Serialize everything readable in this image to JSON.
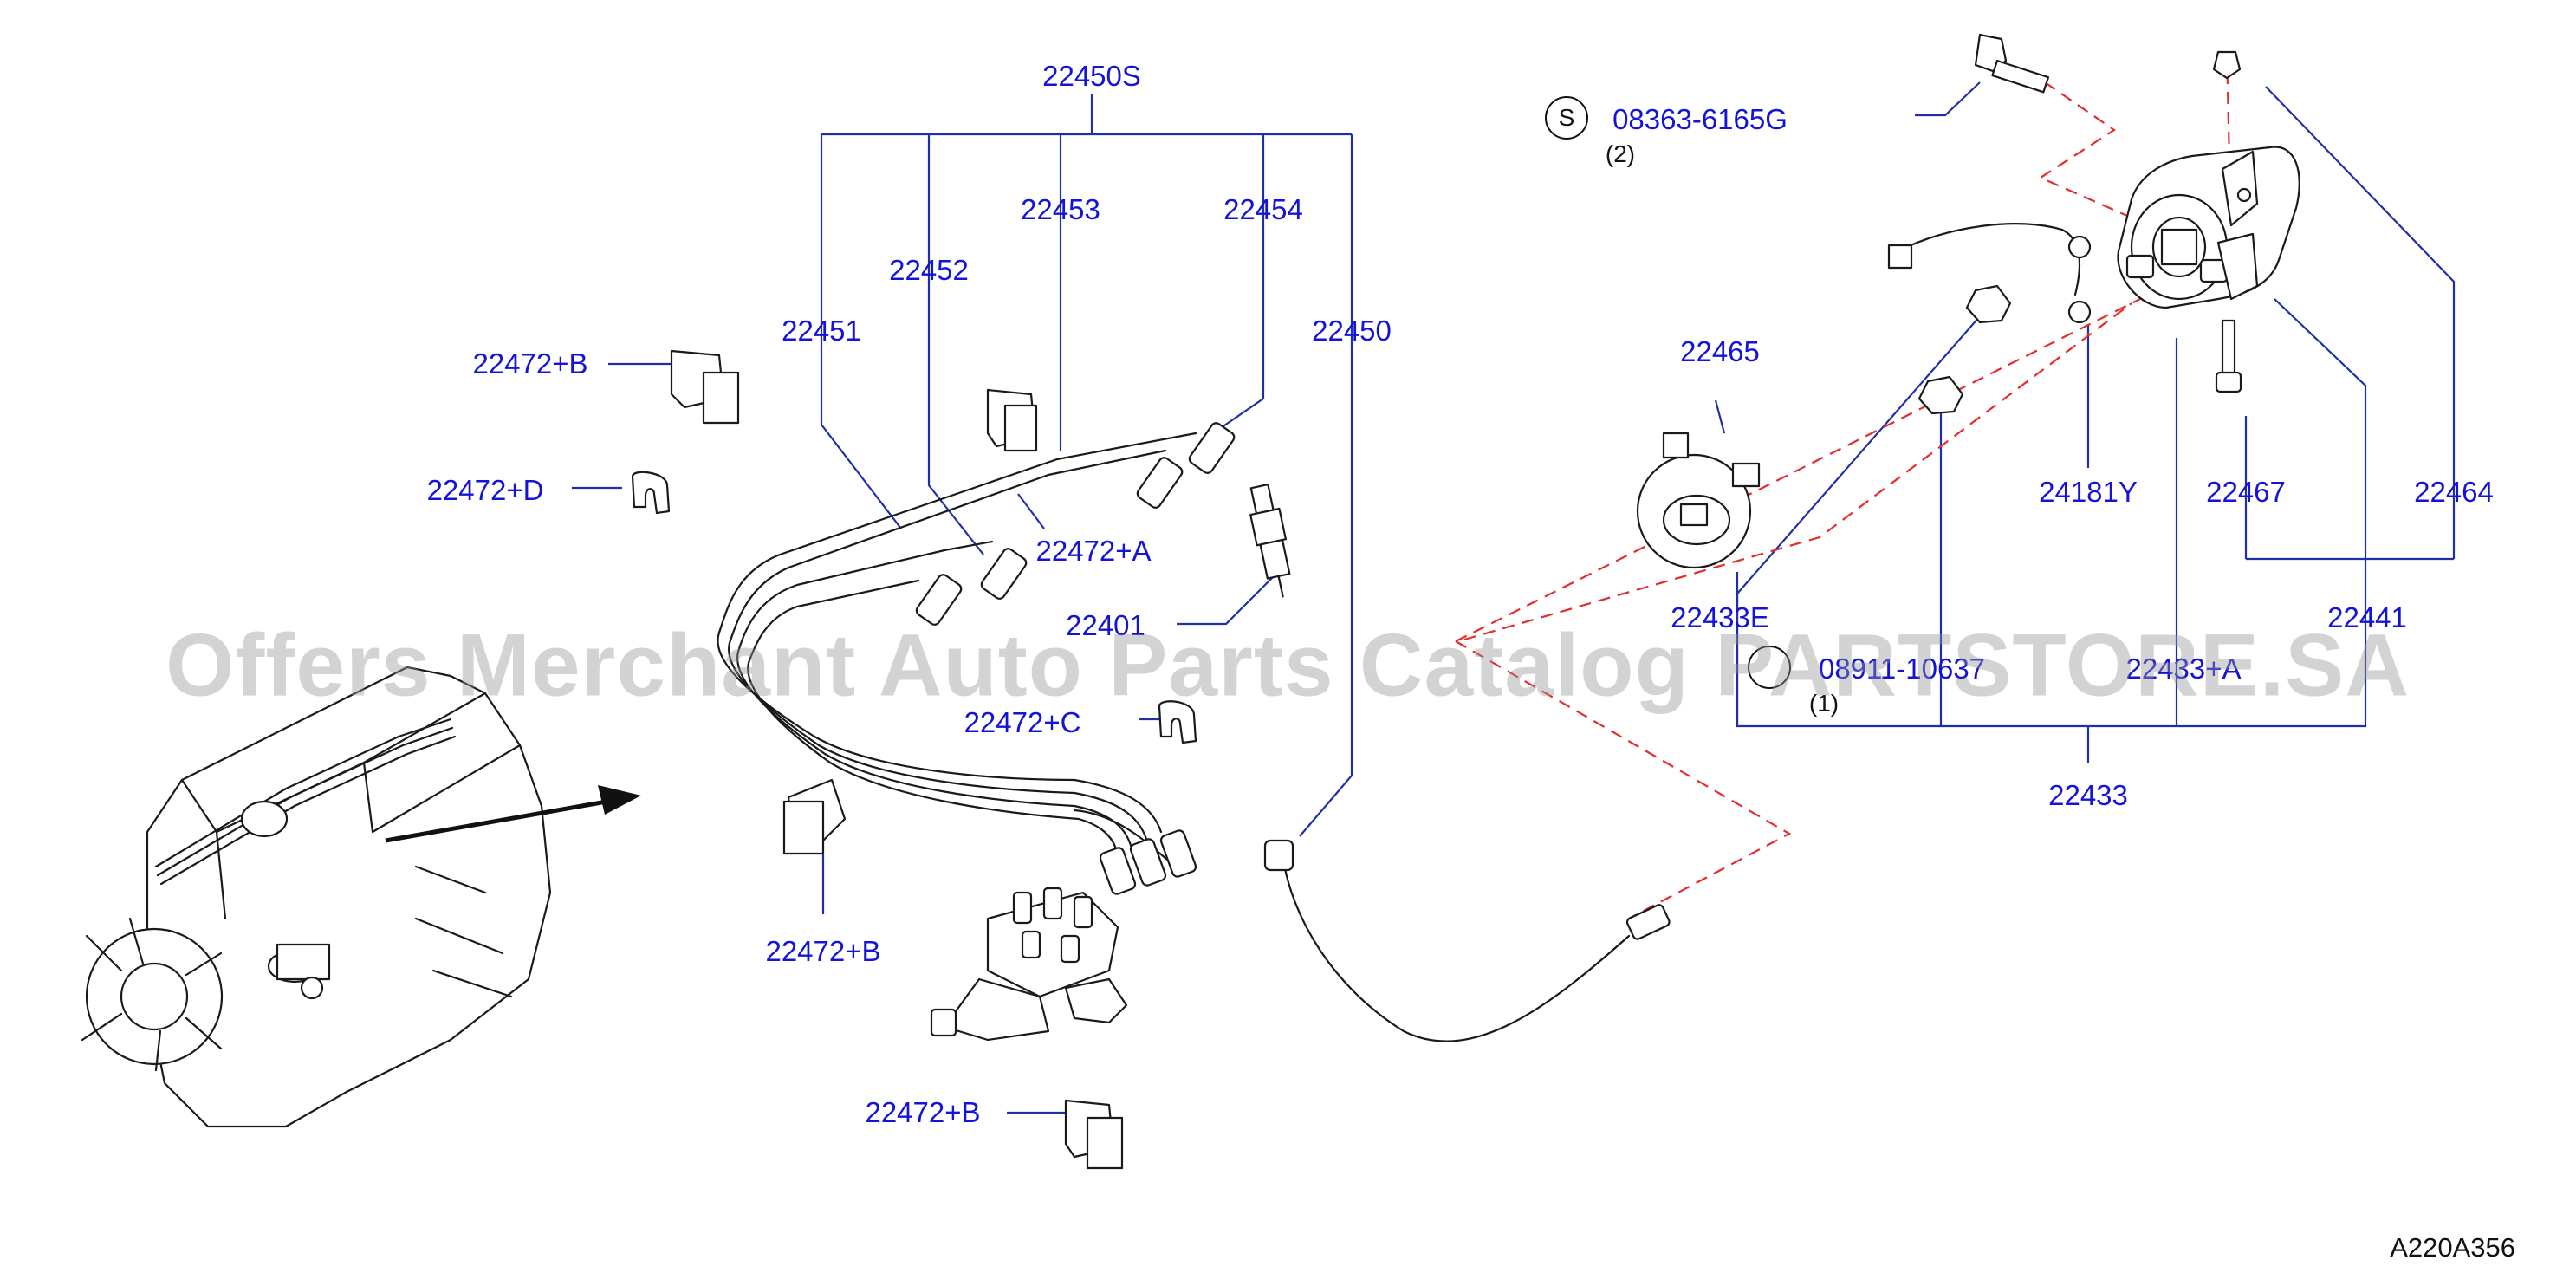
{
  "diagram_code": "A220A356",
  "watermark": "Offers Merchant Auto Parts Catalog PARTSTORE.SA",
  "symbol_letter": "S",
  "part_labels": [
    {
      "id": "22450S",
      "text": "22450S"
    },
    {
      "id": "22451",
      "text": "22451"
    },
    {
      "id": "22452",
      "text": "22452"
    },
    {
      "id": "22453",
      "text": "22453"
    },
    {
      "id": "22454",
      "text": "22454"
    },
    {
      "id": "22450",
      "text": "22450"
    },
    {
      "id": "22472B_top",
      "text": "22472+B"
    },
    {
      "id": "22472D",
      "text": "22472+D"
    },
    {
      "id": "22472A",
      "text": "22472+A"
    },
    {
      "id": "22401",
      "text": "22401"
    },
    {
      "id": "22472C",
      "text": "22472+C"
    },
    {
      "id": "22472B_mid",
      "text": "22472+B"
    },
    {
      "id": "22472B_bottom",
      "text": "22472+B"
    },
    {
      "id": "08363",
      "text": "08363-6165G"
    },
    {
      "id": "22465",
      "text": "22465"
    },
    {
      "id": "24181Y",
      "text": "24181Y"
    },
    {
      "id": "22467",
      "text": "22467"
    },
    {
      "id": "22464",
      "text": "22464"
    },
    {
      "id": "22433E",
      "text": "22433E"
    },
    {
      "id": "22441",
      "text": "22441"
    },
    {
      "id": "08911",
      "text": "08911-10637"
    },
    {
      "id": "22433A",
      "text": "22433+A"
    },
    {
      "id": "22433",
      "text": "22433"
    }
  ],
  "quantities": {
    "q2": "(2)",
    "q1": "(1)"
  },
  "colors": {
    "label": "#1414d8",
    "leader": "#1f2fa8",
    "dashed": "#e52b2b",
    "drawing": "#1a1a1a"
  }
}
